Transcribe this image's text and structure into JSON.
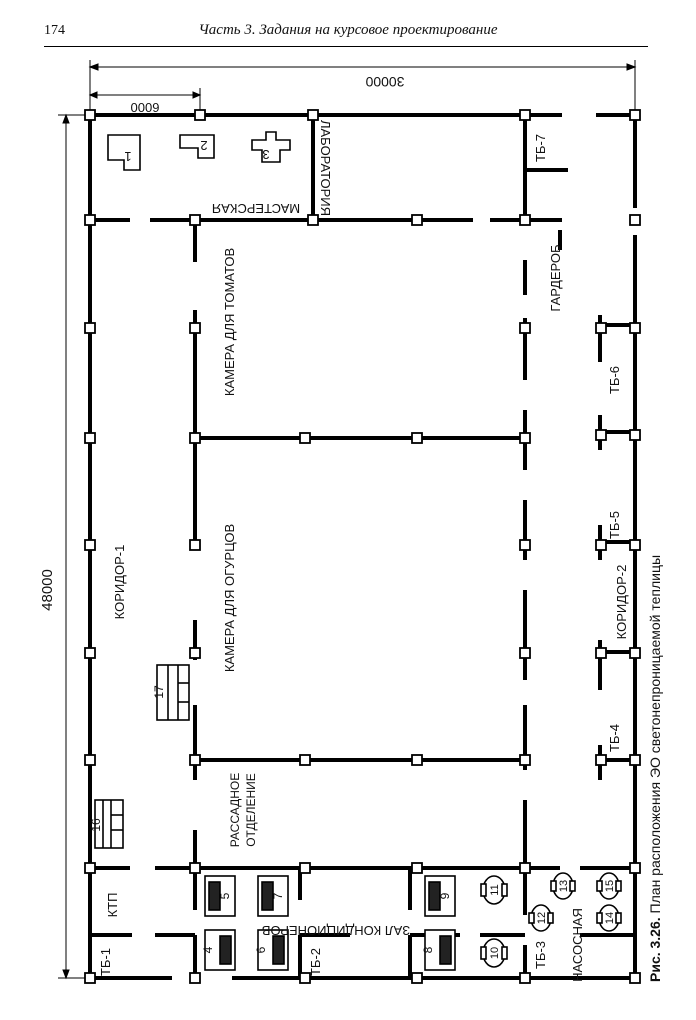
{
  "header": {
    "page_number": "174",
    "running_title": "Часть 3. Задания на курсовое проектирование"
  },
  "caption": {
    "label": "Рис. 3.26.",
    "text": "План расположения ЭО светонепроницаемой теплицы"
  },
  "dimensions": {
    "width_total": "30000",
    "column_step": "6000",
    "length_total": "48000"
  },
  "rooms": {
    "workshop": "МАСТЕРСКАЯ",
    "laboratory": "ЛАБОРАТОРИЯ",
    "tb7": "ТБ-7",
    "wardrobe": "ГАРДЕРОБ",
    "tomato_chamber": "КАМЕРА ДЛЯ ТОМАТОВ",
    "cucumber_chamber": "КАМЕРА ДЛЯ ОГУРЦОВ",
    "corridor1": "КОРИДОР-1",
    "corridor2": "КОРИДОР-2",
    "tb6": "ТБ-6",
    "tb5": "ТБ-5",
    "tb4": "ТБ-4",
    "seedling": "РАССАДНОЕ ОТДЕЛЕНИЕ",
    "ktp": "КТП",
    "tb1": "ТБ-1",
    "aircon_hall": "ЗАЛ КОНДИЦИОНЕРОВ",
    "tb2": "ТБ-2",
    "tb3": "ТБ-3",
    "pump_room": "НАСОСНАЯ"
  },
  "equipment": [
    "1",
    "2",
    "3",
    "4",
    "5",
    "6",
    "7",
    "8",
    "9",
    "10",
    "11",
    "12",
    "13",
    "14",
    "15",
    "16",
    "17"
  ]
}
